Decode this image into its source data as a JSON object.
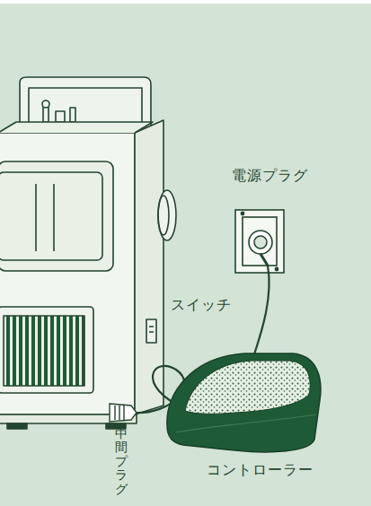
{
  "diagram": {
    "labels": [
      "電源プラグ",
      "スイッチ",
      "中間プラグ",
      "コントローラー"
    ]
  }
}
